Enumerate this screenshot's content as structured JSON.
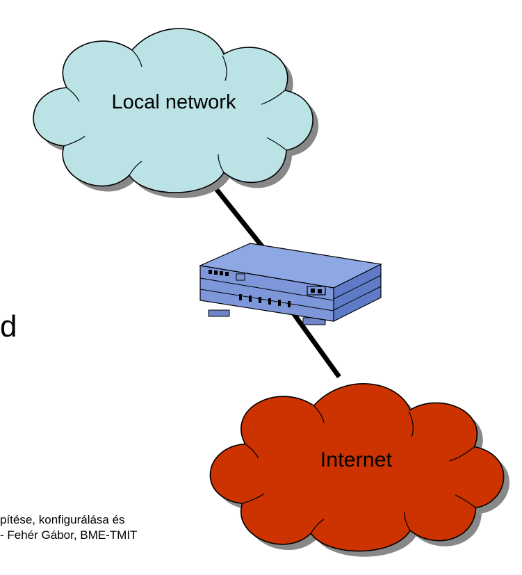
{
  "diagram": {
    "nodes": {
      "local": {
        "label": "Local network",
        "color": "#bbe3e6"
      },
      "internet": {
        "label": "Internet",
        "color": "#cc3300"
      },
      "router": {
        "icon": "router-icon",
        "color_top": "#8ea8e4",
        "color_body": "#7e96da",
        "color_front": "#5f7bc8"
      }
    },
    "edges": [
      {
        "from": "local",
        "to": "router"
      },
      {
        "from": "router",
        "to": "internet"
      }
    ]
  },
  "stray_text": "d",
  "footer": {
    "line1": "pítése, konfigurálása és",
    "line2": "- Fehér Gábor, BME-TMIT"
  }
}
